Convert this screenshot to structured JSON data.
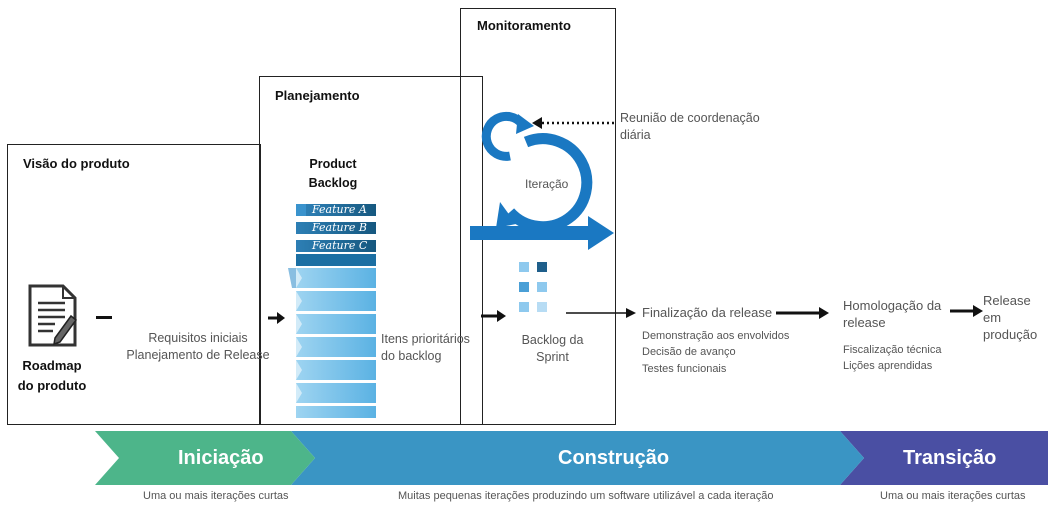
{
  "sections": {
    "monitoramento": "Monitoramento",
    "planejamento": "Planejamento",
    "visao": "Visão do produto"
  },
  "roadmap": {
    "line1": "Roadmap",
    "line2": "do produto"
  },
  "requisitos": {
    "line1": "Requisitos iniciais",
    "line2": "Planejamento de Release"
  },
  "product_backlog": {
    "line1": "Product",
    "line2": "Backlog"
  },
  "features": [
    "Feature A",
    "Feature B",
    "Feature C"
  ],
  "itens": {
    "line1": "Itens prioritários",
    "line2": "do backlog"
  },
  "reuniao": {
    "line1": "Reunião de coordenação",
    "line2": "diária"
  },
  "iteracao": "Iteração",
  "sprint": {
    "line1": "Backlog da",
    "line2": "Sprint"
  },
  "finalizacao": {
    "title": "Finalização da release",
    "items": [
      "Demonstração aos envolvidos",
      "Decisão de avanço",
      "Testes funcionais"
    ]
  },
  "homologacao": {
    "line1": "Homologação da",
    "line2": "release",
    "items": [
      "Fiscalização técnica",
      "Lições aprendidas"
    ]
  },
  "release": {
    "line1": "Release em",
    "line2": "produção"
  },
  "phases": [
    {
      "label": "Iniciação",
      "sub": "Uma ou mais iterações curtas",
      "color": "#4db58a"
    },
    {
      "label": "Construção",
      "sub": "Muitas pequenas iterações produzindo um software utilizável a cada iteração",
      "color": "#3a95c4"
    },
    {
      "label": "Transição",
      "sub": "Uma ou mais iterações curtas",
      "color": "#4a4fa3"
    }
  ],
  "colors": {
    "accent_blue": "#1a78c2",
    "backlog_light": "#7fc3ec",
    "backlog_dark": "#1f5f8b"
  }
}
